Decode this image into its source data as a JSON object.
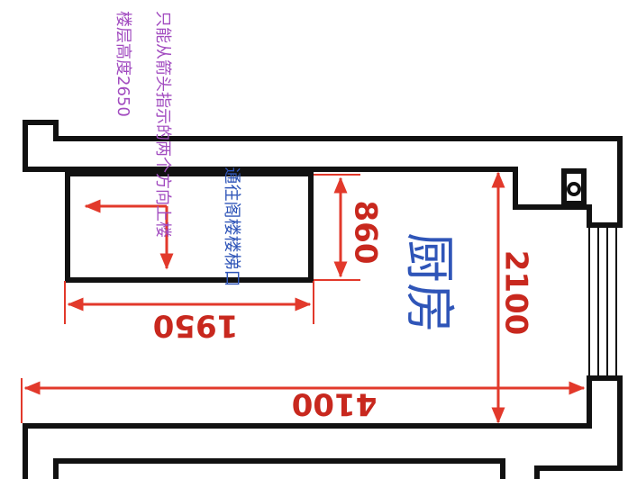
{
  "drawing": {
    "room_label": "厨房",
    "opening_label": "通往阁楼楼梯口",
    "note_line1": "只能从箭头指示的两个方向上楼",
    "note_line2": "楼层高度2650"
  },
  "dimensions": {
    "opening_width": "1950",
    "opening_depth": "860",
    "room_depth": "2100",
    "room_length": "4100"
  },
  "colors": {
    "wall": "#111111",
    "dimension": "#e2392b",
    "room_label": "#2f55b8",
    "note": "#a24cc0"
  }
}
